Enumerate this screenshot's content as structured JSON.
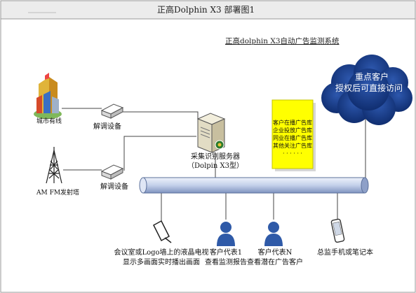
{
  "title": "正高Dolphin X3 部署图1",
  "subtitle": "正高dolphin X3自动广告监测系统",
  "cloud": {
    "line1": "重点客户",
    "line2": "授权后可直接访问"
  },
  "city_cable": "城市有线",
  "demod_1": "解调设备",
  "demod_2": "解调设备",
  "am_fm_tower": "AM FM发射塔",
  "server": {
    "line1": "采集识别服务器",
    "line2": "（Dolpin X3型）"
  },
  "ad_library": [
    "客户在播广告库",
    "企业投放广告库",
    "同业在播广告库",
    "其他关注广告库",
    "· · · · · ·"
  ],
  "tv_wall": {
    "line1": "会议室或Logo墙上的液晶电视",
    "line2": "显示多画面实时播出画面"
  },
  "rep1": {
    "line1": "客户代表1",
    "line2": "查看监测报告"
  },
  "repN": {
    "line1": "客户代表N",
    "line2": "查看潜在广告客户"
  },
  "manager": "总监手机或笔记本",
  "colors": {
    "cloud": "#123a8a",
    "bus": "#c6d3ec",
    "note": "#ffff00",
    "person": "#2f5aa8",
    "title_bar": "#ececec"
  }
}
